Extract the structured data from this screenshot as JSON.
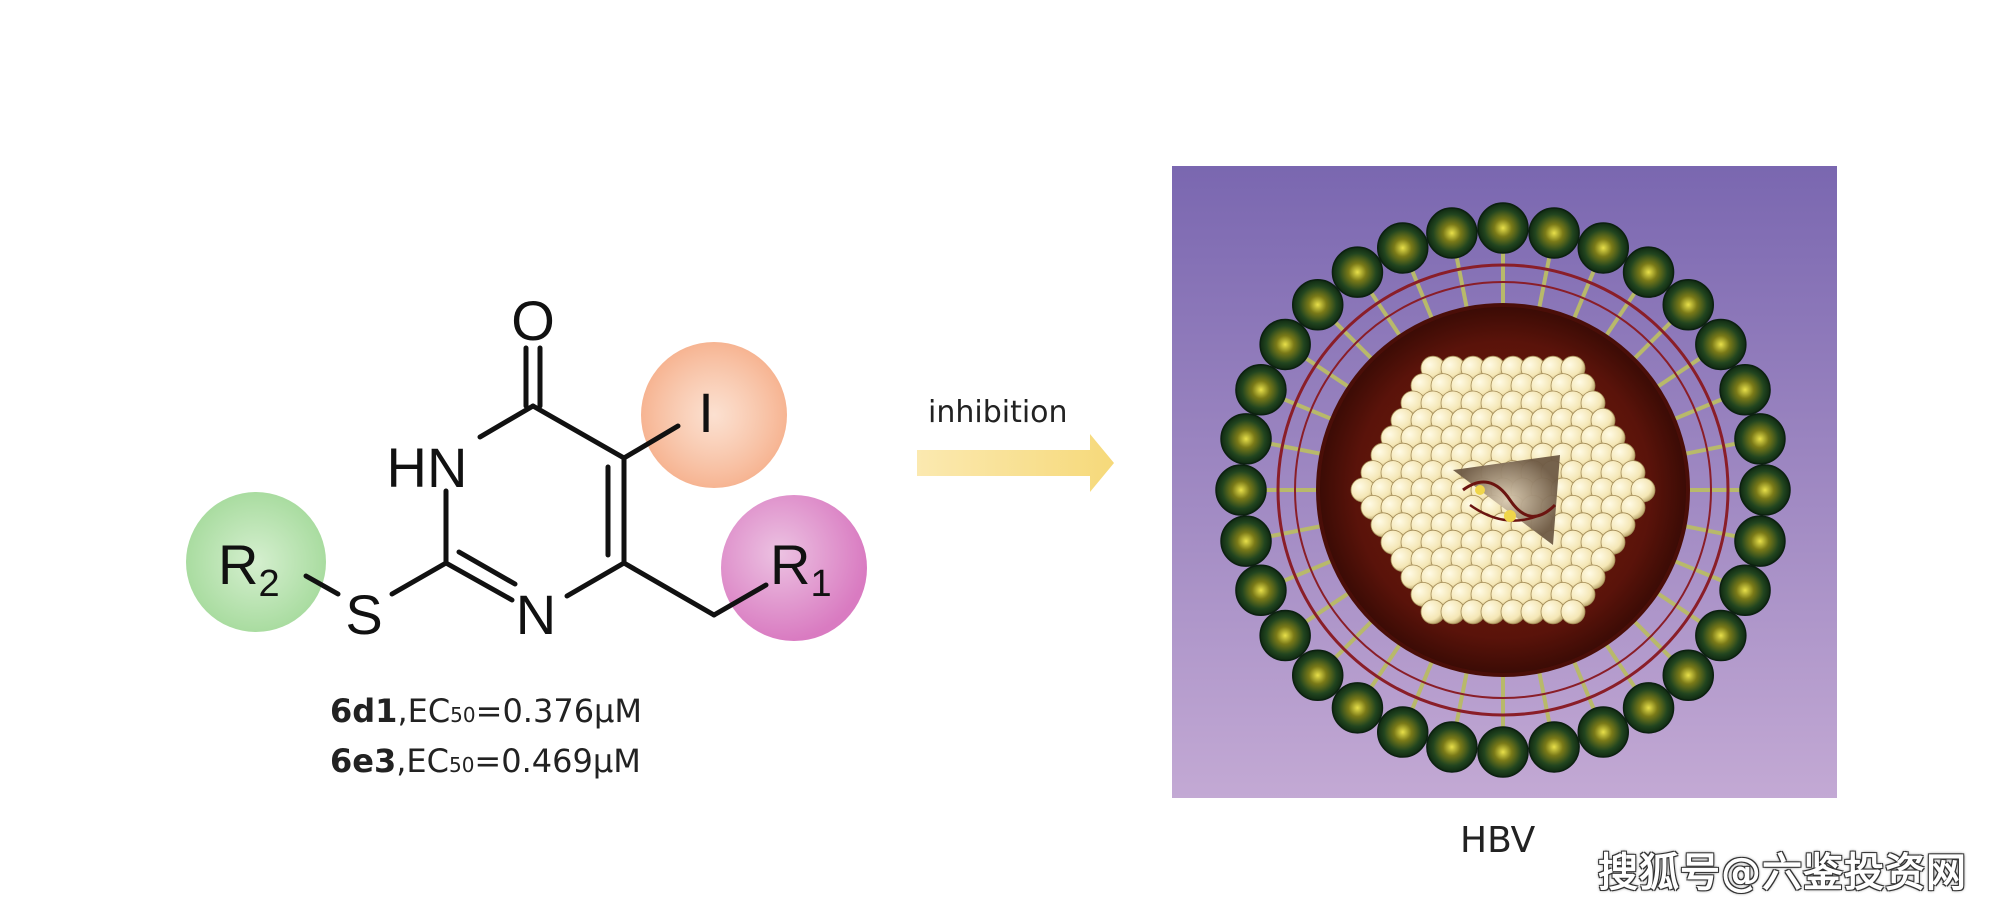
{
  "molecule": {
    "atom_O": "O",
    "atom_HN": "HN",
    "atom_N": "N",
    "atom_S": "S",
    "atom_I": "I",
    "r1_symbol": "R",
    "r1_subscript": "1",
    "r2_symbol": "R",
    "r2_subscript": "2",
    "colors": {
      "iodine_highlight": "#f8c7aa",
      "r1_highlight": "#d97bc1",
      "r2_highlight": "#a9dca0"
    }
  },
  "compounds": [
    {
      "name": "6d1",
      "ec_label": "EC",
      "ec_sub": "50",
      "value": "=0.376μM"
    },
    {
      "name": "6e3",
      "ec_label": "EC",
      "ec_sub": "50",
      "value": "=0.469μM"
    }
  ],
  "arrow": {
    "label": "inhibition",
    "color": "#fae3a0"
  },
  "virus": {
    "label": "HBV",
    "background_top": "#7a67b0",
    "background_bottom": "#c3a9d4"
  },
  "watermark": "搜狐号@六鉴投资网"
}
